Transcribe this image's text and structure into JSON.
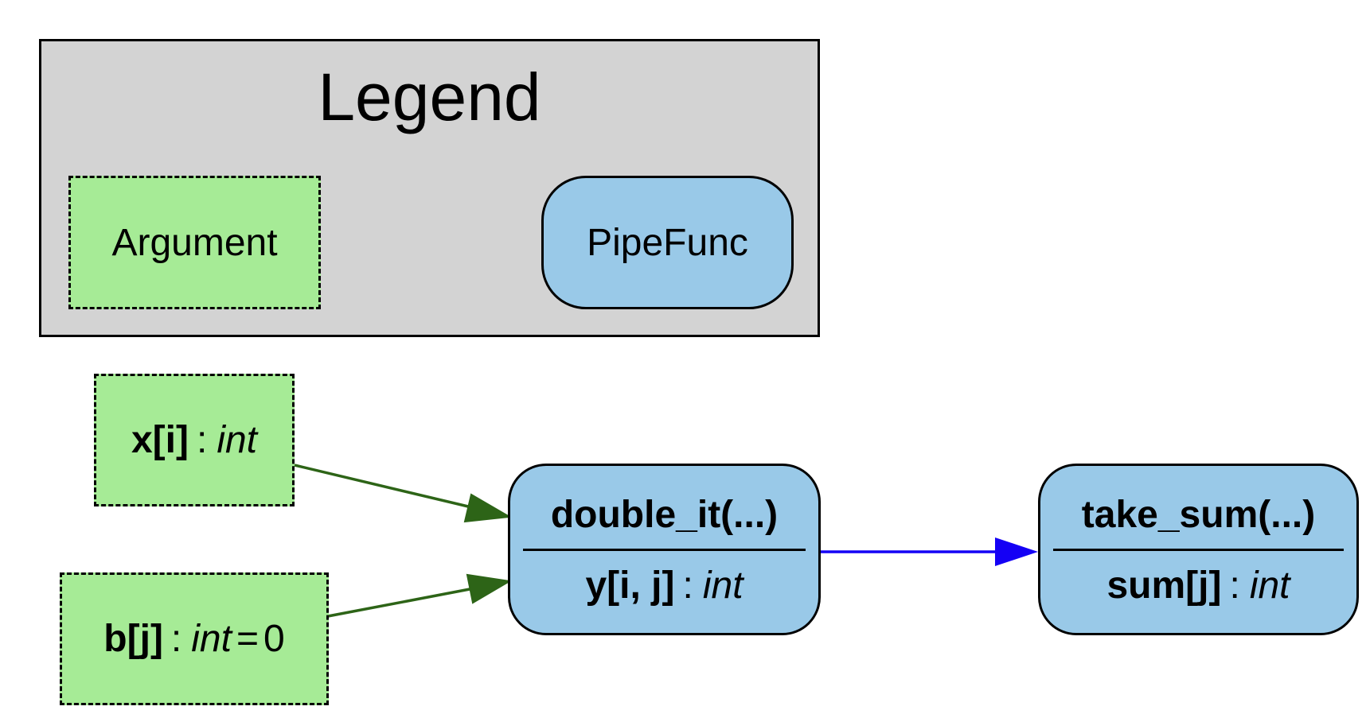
{
  "legend": {
    "title": "Legend",
    "items": [
      {
        "label": "Argument",
        "kind": "argument"
      },
      {
        "label": "PipeFunc",
        "kind": "pipefunc"
      }
    ]
  },
  "colors": {
    "argument_fill": "#a6eb96",
    "pipefunc_fill": "#99c9e8",
    "legend_fill": "#d3d3d3",
    "argument_edge": "#2d6417",
    "function_edge": "#1400f5"
  },
  "nodes": {
    "x": {
      "name": "x[i]",
      "sep": ":",
      "type": "int"
    },
    "b": {
      "name": "b[j]",
      "sep": ":",
      "type": "int",
      "eq": "=",
      "default": "0"
    },
    "double_it": {
      "title": "double_it(...)",
      "output_name": "y[i, j]",
      "sep": ":",
      "output_type": "int"
    },
    "take_sum": {
      "title": "take_sum(...)",
      "output_name": "sum[j]",
      "sep": ":",
      "output_type": "int"
    }
  },
  "edges": [
    {
      "from": "x",
      "to": "double_it",
      "kind": "argument"
    },
    {
      "from": "b",
      "to": "double_it",
      "kind": "argument"
    },
    {
      "from": "double_it",
      "to": "take_sum",
      "kind": "function"
    }
  ]
}
